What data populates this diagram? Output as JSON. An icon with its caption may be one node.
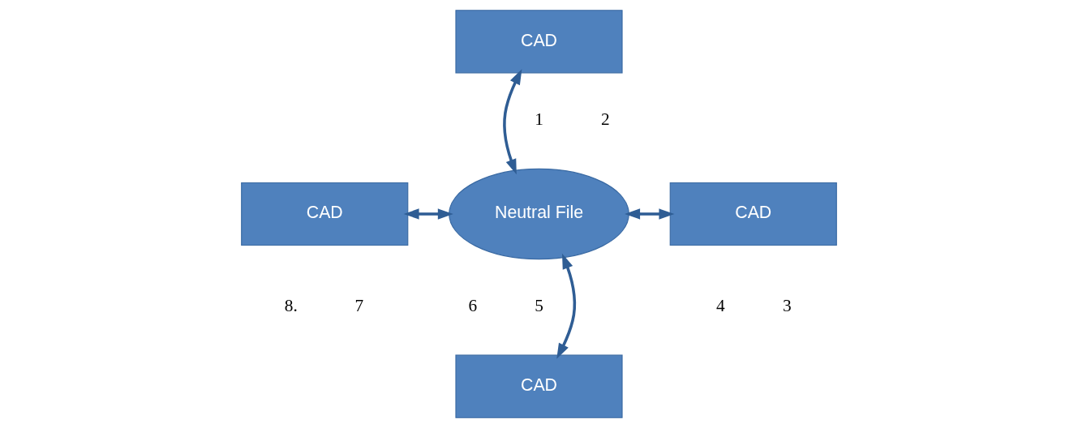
{
  "diagram": {
    "nodes": [
      {
        "text": [
          "CAD"
        ]
      },
      {
        "text": [
          "CAD"
        ]
      },
      {
        "text": [
          "Neutral File"
        ]
      },
      {
        "text": [
          "CAD"
        ]
      },
      {
        "text": [
          "CAD"
        ]
      }
    ],
    "edges": [
      {
        "from": 0,
        "to": 2,
        "arrow": "both"
      },
      {
        "from": 1,
        "to": 2,
        "arrow": "both"
      },
      {
        "from": 2,
        "to": 3,
        "arrow": "both"
      },
      {
        "from": 2,
        "to": 4,
        "arrow": "both"
      }
    ],
    "labels": [
      "1",
      "2",
      "8.",
      "3",
      "7",
      "4",
      "6",
      "5"
    ]
  }
}
